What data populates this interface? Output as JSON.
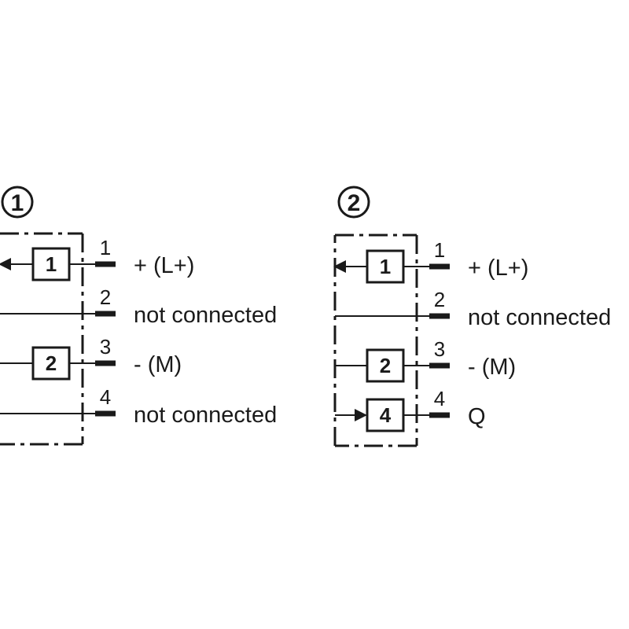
{
  "colors": {
    "ink": "#1a1a1a",
    "background": "#ffffff"
  },
  "diagrams": [
    {
      "id": "1",
      "badge": "1",
      "rows": [
        {
          "pin": "1",
          "label": "+ (L+)",
          "box": "1",
          "arrow": "out"
        },
        {
          "pin": "2",
          "label": "not connected",
          "box": "",
          "arrow": "none"
        },
        {
          "pin": "3",
          "label": "- (M)",
          "box": "2",
          "arrow": "none"
        },
        {
          "pin": "4",
          "label": "not connected",
          "box": "",
          "arrow": "none"
        }
      ]
    },
    {
      "id": "2",
      "badge": "2",
      "rows": [
        {
          "pin": "1",
          "label": "+ (L+)",
          "box": "1",
          "arrow": "out"
        },
        {
          "pin": "2",
          "label": "not connected",
          "box": "",
          "arrow": "none"
        },
        {
          "pin": "3",
          "label": "- (M)",
          "box": "2",
          "arrow": "none"
        },
        {
          "pin": "4",
          "label": "Q",
          "box": "4",
          "arrow": "in"
        }
      ]
    }
  ]
}
